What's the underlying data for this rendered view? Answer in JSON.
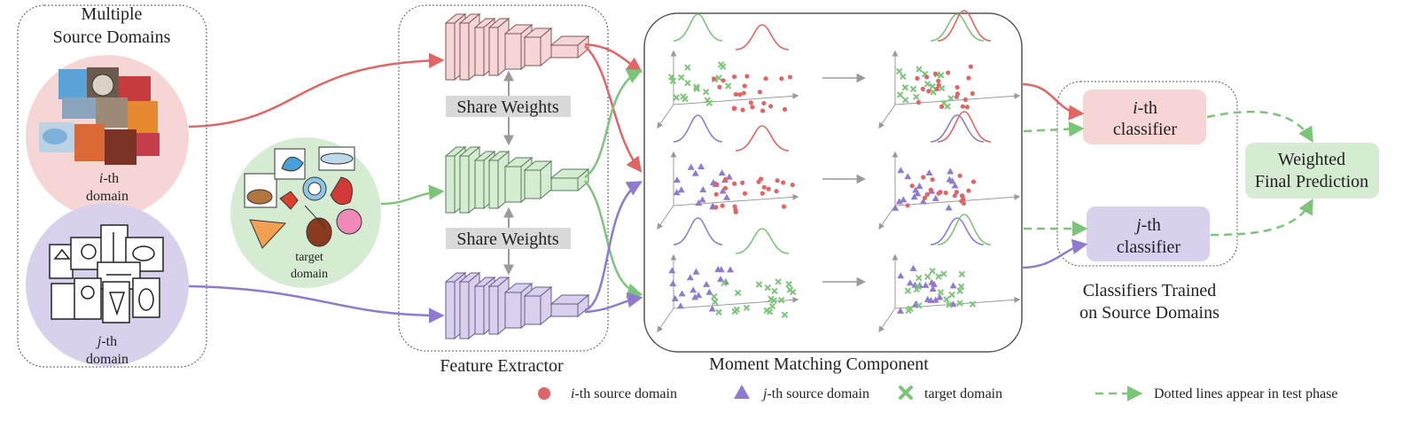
{
  "colors": {
    "red": "#e06666",
    "red_fill": "#f6d6d4",
    "purple": "#8f7ad0",
    "purple_fill": "#d9d0ee",
    "green": "#7cc47a",
    "green_fill": "#d6ecd2",
    "gray": "#9a9a9a"
  },
  "source_panel": {
    "title_line1": "Multiple",
    "title_line2": "Source Domains",
    "i_domain_label_line1": "i",
    "i_domain_label_suffix": "-th",
    "i_domain_label_line2": "domain",
    "j_domain_label_line1": "j",
    "j_domain_label_suffix": "-th",
    "j_domain_label_line2": "domain"
  },
  "target": {
    "label_line1": "target",
    "label_line2": "domain"
  },
  "feature_extractor": {
    "title": "Feature Extractor",
    "share_weights_top": "Share Weights",
    "share_weights_bottom": "Share Weights"
  },
  "moment_matching": {
    "title": "Moment Matching Component"
  },
  "classifiers": {
    "i_classifier_italic": "i",
    "i_classifier_suffix": "-th",
    "i_classifier_line2": "classifier",
    "j_classifier_italic": "j",
    "j_classifier_suffix": "-th",
    "j_classifier_line2": "classifier",
    "caption_line1": "Classifiers Trained",
    "caption_line2": "on Source Domains"
  },
  "final": {
    "line1": "Weighted",
    "line2": "Final Prediction"
  },
  "legend": {
    "i_source_italic": "i",
    "i_source_rest": "-th source domain",
    "j_source_italic": "j",
    "j_source_rest": "-th source domain",
    "target": "target domain",
    "dotted": "Dotted lines appear in test phase"
  }
}
